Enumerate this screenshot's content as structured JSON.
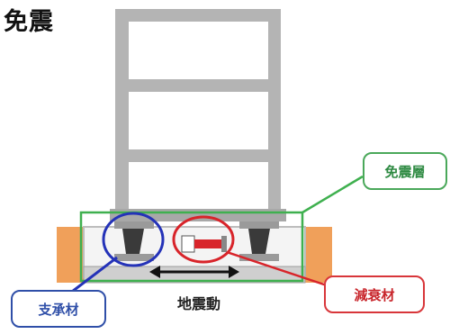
{
  "title": "免震",
  "labels": {
    "isolation_layer": "免震層",
    "damper": "減衰材",
    "bearing": "支承材",
    "ground_motion": "地震動"
  },
  "colors": {
    "building_frame": "#9a9a9a",
    "ground": "#f0a05a",
    "isolation_layer_border": "#3fb04f",
    "damper_accent": "#d8242a",
    "bearing_accent": "#2432b8",
    "arrow": "#111111"
  },
  "icons": {
    "bearing": "rubber-bearing-icon",
    "damper": "damper-icon",
    "motion": "double-arrow-icon"
  }
}
